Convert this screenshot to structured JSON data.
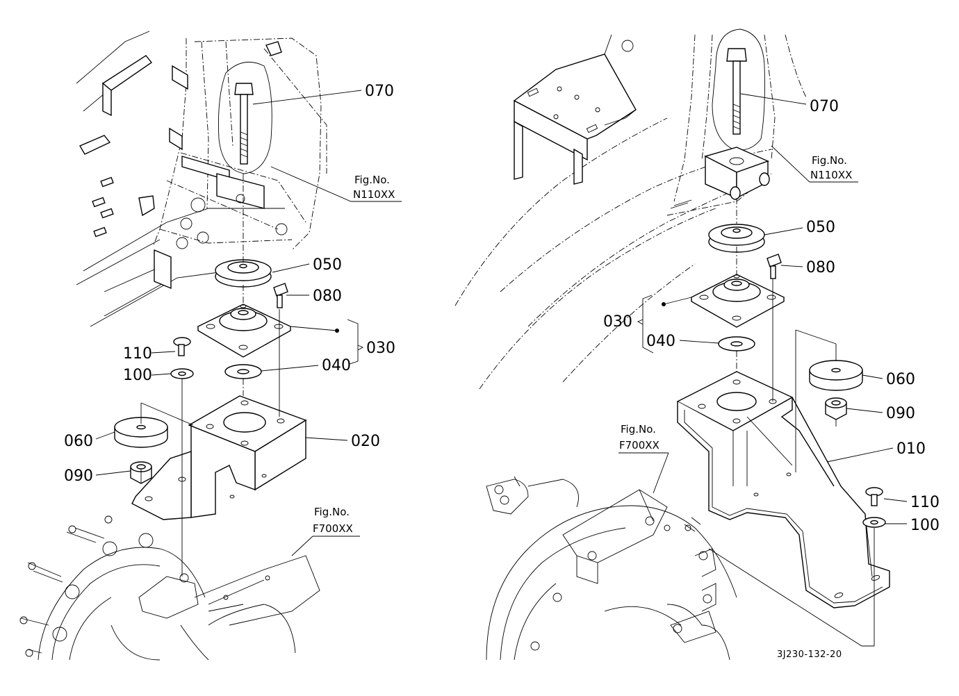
{
  "diagram": {
    "left_view": {
      "callouts": {
        "c070": "070",
        "c050": "050",
        "c080": "080",
        "c030": "030",
        "c040": "040",
        "c110": "110",
        "c100": "100",
        "c060": "060",
        "c020": "020",
        "c090": "090"
      },
      "fig_refs": {
        "upper": {
          "label": "Fig.No.",
          "number": "N110XX"
        },
        "lower": {
          "label": "Fig.No.",
          "number": "F700XX"
        }
      }
    },
    "right_view": {
      "callouts": {
        "c070": "070",
        "c050": "050",
        "c080": "080",
        "c030": "030",
        "c040": "040",
        "c060": "060",
        "c090": "090",
        "c010": "010",
        "c110": "110",
        "c100": "100"
      },
      "fig_refs": {
        "upper": {
          "label": "Fig.No.",
          "number": "N110XX"
        },
        "lower": {
          "label": "Fig.No.",
          "number": "F700XX"
        }
      }
    },
    "drawing_number": "3J230-132-20"
  }
}
